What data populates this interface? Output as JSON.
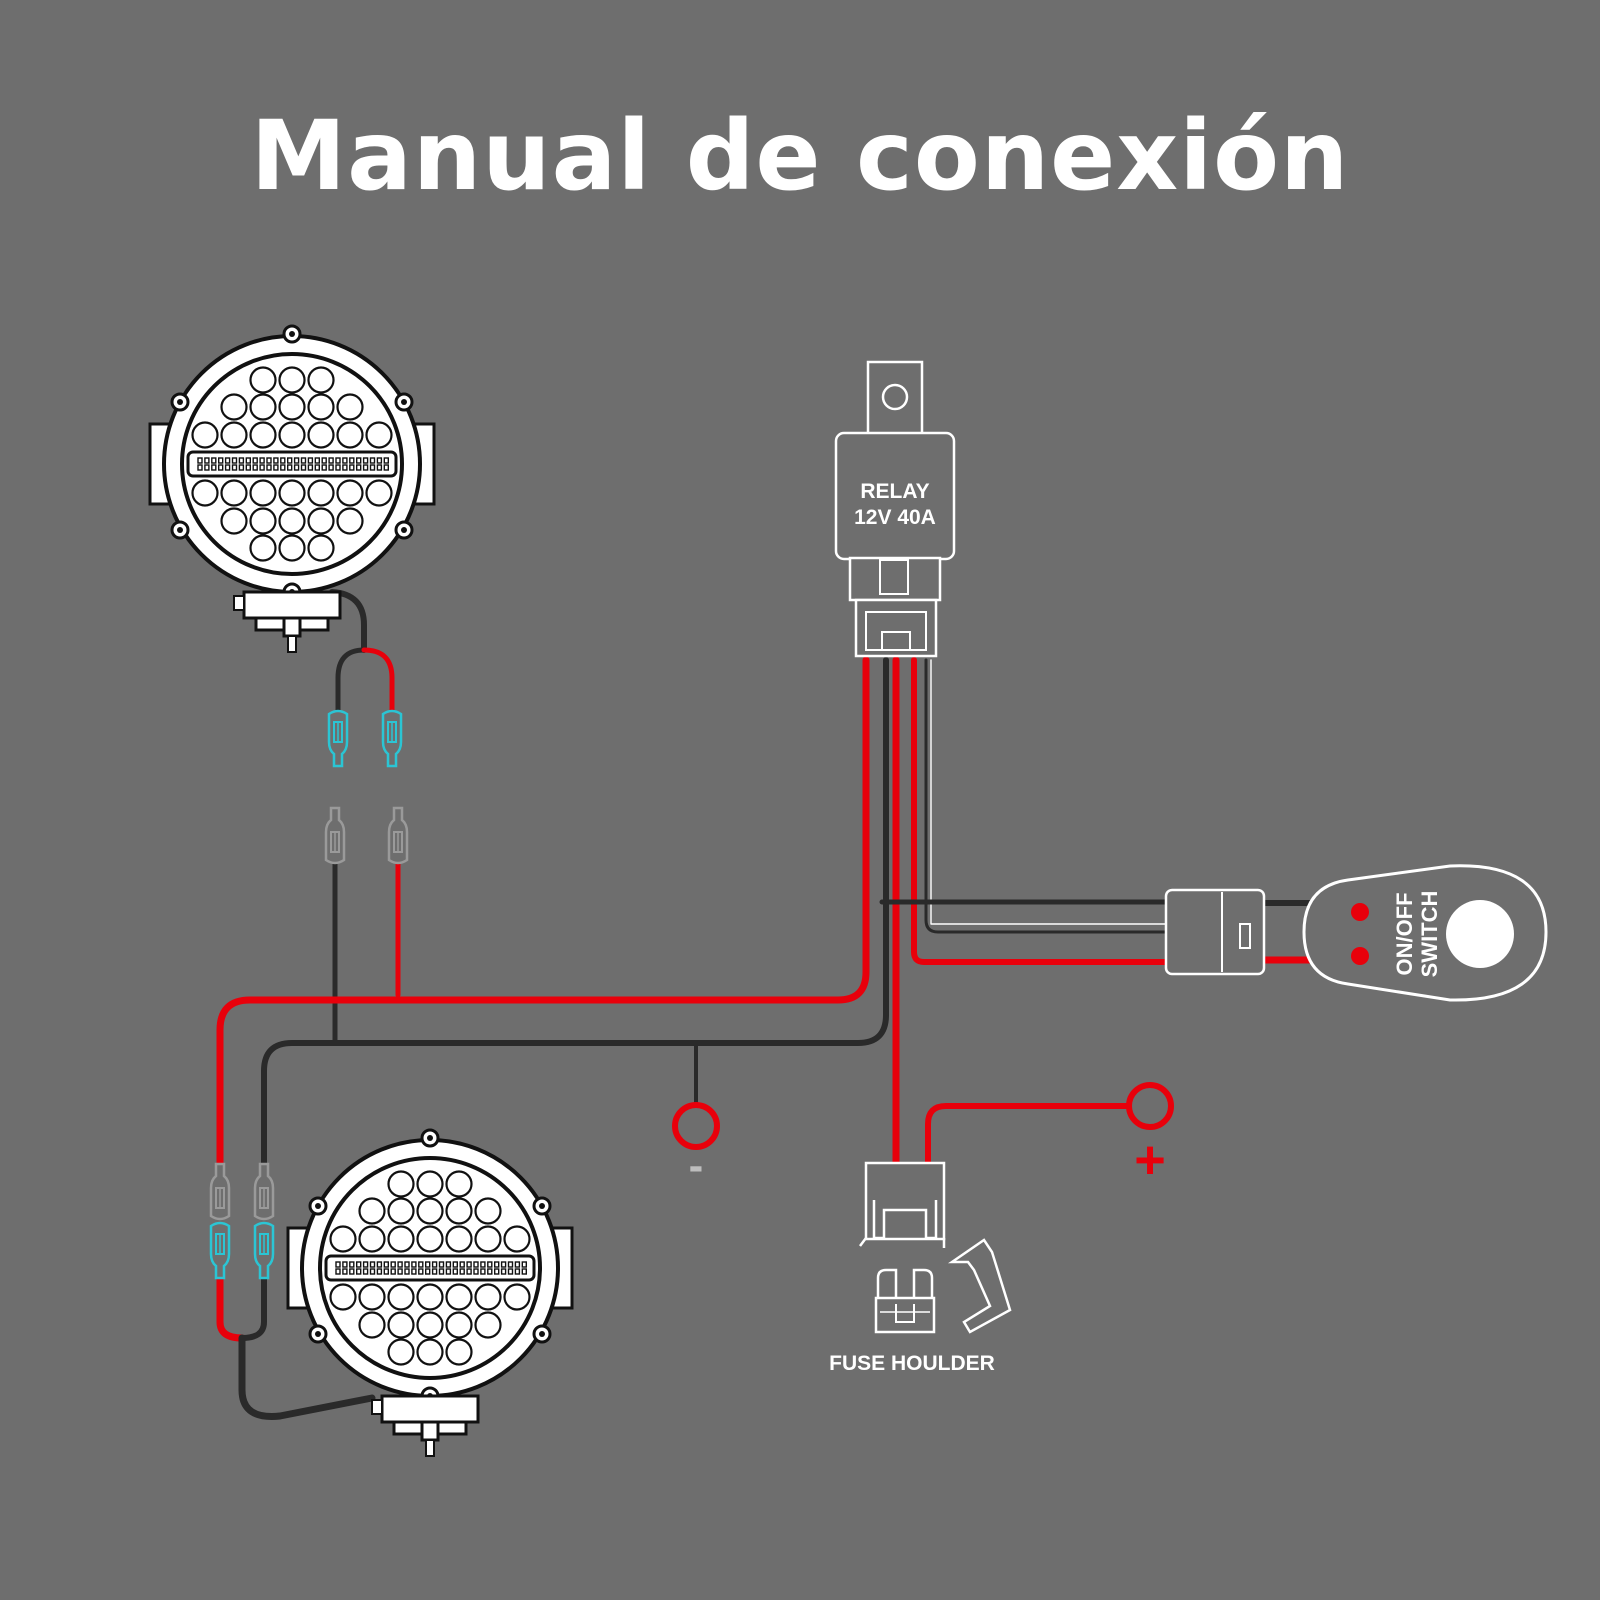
{
  "title": "Manual de conexión",
  "relay": {
    "line1": "RELAY",
    "line2": "12V 40A"
  },
  "switch": {
    "line1": "ON/OFF",
    "line2": "SWITCH"
  },
  "fuse": {
    "label": "FUSE HOULDER"
  },
  "terminals": {
    "negative": "-",
    "positive": "+"
  },
  "colors": {
    "background": "#6e6e6e",
    "positive_wire": "#e8000b",
    "negative_wire": "#2a2a2a",
    "outline": "#ffffff",
    "connector": "#2bc5d4"
  },
  "icons": [
    "led-work-light-icon",
    "relay-icon",
    "on-off-switch-icon",
    "fuse-holder-icon",
    "blade-fuse-icon",
    "spade-connector-icon"
  ]
}
